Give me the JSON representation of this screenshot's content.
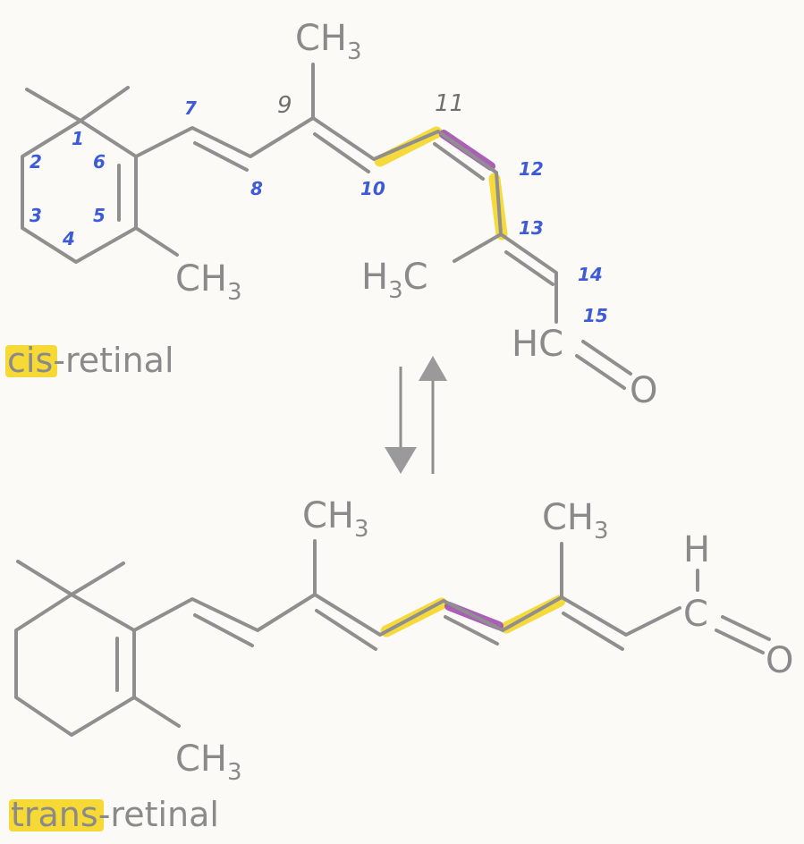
{
  "atoms": {
    "ch3": "CH",
    "sub3": "3",
    "h3c_h": "H",
    "h3c_c": "C",
    "hc": "HC",
    "o": "O",
    "h": "H",
    "c": "C"
  },
  "numbers": {
    "n1": "1",
    "n2": "2",
    "n3": "3",
    "n4": "4",
    "n5": "5",
    "n6": "6",
    "n7": "7",
    "n8": "8",
    "n9": "9",
    "n10": "10",
    "n11": "11",
    "n12": "12",
    "n13": "13",
    "n14": "14",
    "n15": "15"
  },
  "captions": {
    "cis_highlight": "cis",
    "cis_rest": "-retinal",
    "trans_highlight": "trans",
    "trans_rest": "-retinal"
  },
  "colors": {
    "bond": "#8f8f8f",
    "highlight_yellow": "#f5d31a",
    "highlight_purple": "#a14fb0",
    "carbon_numbers": "#3d5bd6"
  }
}
